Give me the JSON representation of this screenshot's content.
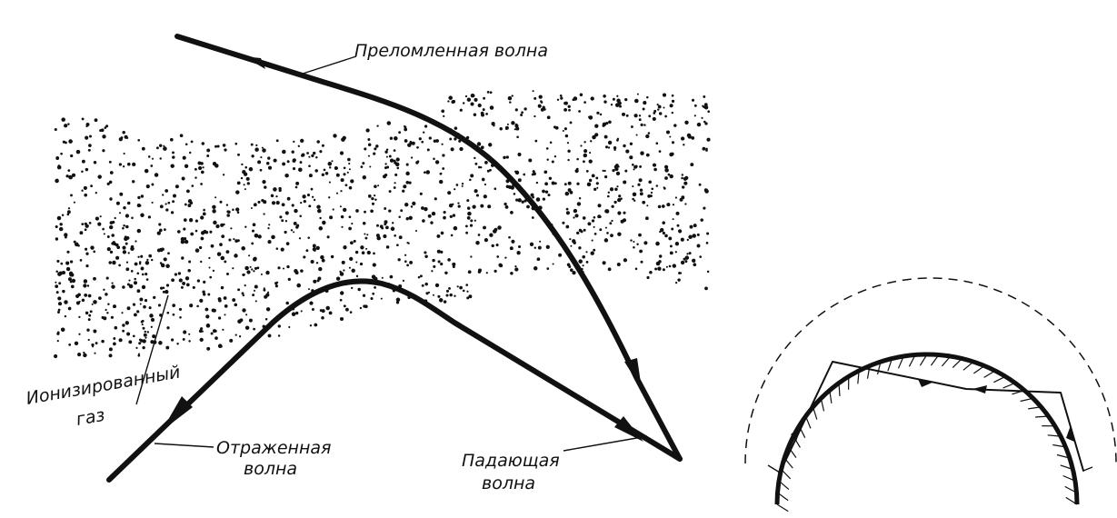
{
  "labels": {
    "refracted_wave": "Преломленная волна",
    "ionized_gas_line1": "Ионизированный",
    "ionized_gas_line2": "газ",
    "reflected_wave_line1": "Отраженная",
    "reflected_wave_line2": "волна",
    "incident_wave_line1": "Падающая",
    "incident_wave_line2": "волна"
  },
  "colors": {
    "ink": "#111111",
    "background": "#ffffff"
  }
}
